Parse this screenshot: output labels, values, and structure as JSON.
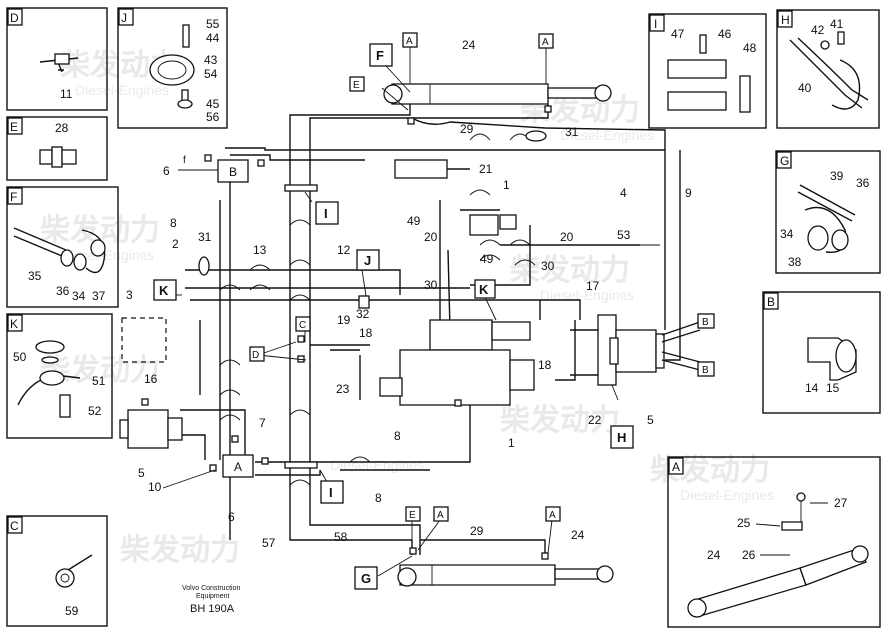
{
  "footer": {
    "company_line1": "Volvo Construction",
    "company_line2": "Equipment",
    "drawing_code": "BH 190A"
  },
  "watermark": {
    "brand": "柴发动力",
    "subtitle": "Diesel-Engines"
  },
  "detail_boxes": {
    "D": {
      "letter": "D",
      "numbers": [
        "11"
      ]
    },
    "E": {
      "letter": "E",
      "numbers": [
        "28"
      ]
    },
    "F": {
      "letter": "F",
      "numbers": [
        "35",
        "36",
        "34",
        "37"
      ]
    },
    "K": {
      "letter": "K",
      "numbers": [
        "50",
        "51",
        "52"
      ]
    },
    "C": {
      "letter": "C",
      "numbers": [
        "59"
      ]
    },
    "J": {
      "letter": "J",
      "numbers": [
        "55",
        "44",
        "43",
        "54",
        "45",
        "56"
      ]
    },
    "I": {
      "letter": "I",
      "numbers": [
        "47",
        "46",
        "48"
      ]
    },
    "H": {
      "letter": "H",
      "numbers": [
        "42",
        "41",
        "40"
      ]
    },
    "G": {
      "letter": "G",
      "numbers": [
        "39",
        "36",
        "34",
        "38"
      ]
    },
    "B": {
      "letter": "B",
      "numbers": [
        "14",
        "15"
      ]
    },
    "A": {
      "letter": "A",
      "numbers": [
        "27",
        "25",
        "26",
        "24"
      ]
    }
  },
  "main_numbers": {
    "n24_top": "24",
    "n29_top": "29",
    "n31": "31",
    "n21": "21",
    "n4": "4",
    "n9": "9",
    "n6_top": "6",
    "n8_left": "8",
    "n2": "2",
    "n31_left": "31",
    "n13": "13",
    "n12": "12",
    "n49_a": "49",
    "n20_a": "20",
    "n20_b": "20",
    "n53": "53",
    "n49_b": "49",
    "n1_top": "1",
    "n3": "3",
    "n16": "16",
    "n19": "19",
    "n32": "32",
    "n18_a": "18",
    "n30_a": "30",
    "n30_b": "30",
    "n17": "17",
    "n23": "23",
    "n18_b": "18",
    "n7": "7",
    "n5_left": "5",
    "n10": "10",
    "n6_bot": "6",
    "n8_mid": "8",
    "n8_bot": "8",
    "n1_bot": "1",
    "n22": "22",
    "n5_right": "5",
    "n57": "57",
    "n58": "58",
    "n29_bot": "29",
    "n24_bot": "24",
    "f_mark": "f"
  },
  "callouts": {
    "F_top": "F",
    "A_top1": "A",
    "A_top2": "A",
    "E_top": "E",
    "I_mid": "I",
    "J_mid": "J",
    "K_mid": "K",
    "K_left": "K",
    "C_mid": "C",
    "D_mid": "D",
    "B_r1": "B",
    "B_r2": "B",
    "H_mid": "H",
    "I_low": "I",
    "E_bot": "E",
    "A_bot1": "A",
    "A_bot2": "A",
    "G_bot": "G",
    "B_valve_top": "B",
    "A_valve_bot": "A"
  }
}
